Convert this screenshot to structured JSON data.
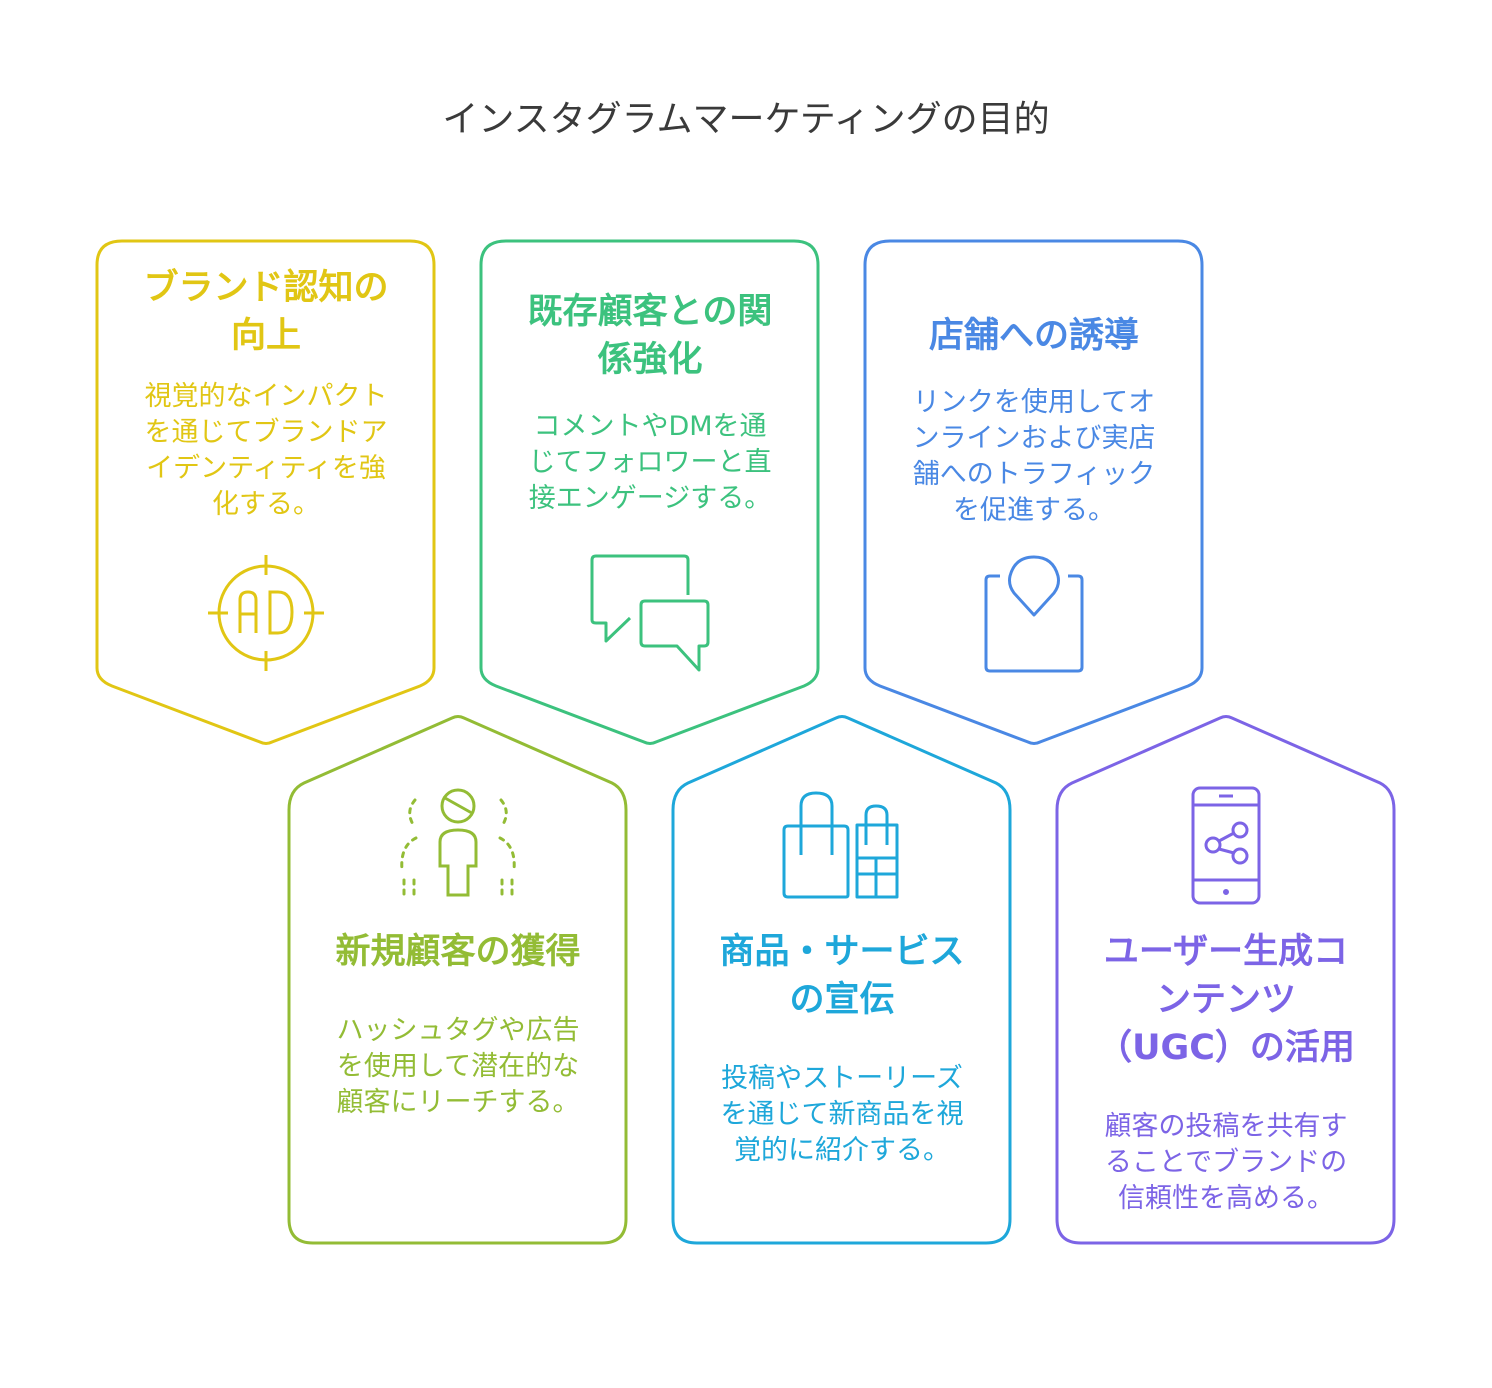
{
  "title": "インスタグラムマーケティングの目的",
  "cards": [
    {
      "color": "#E1C614",
      "icon": "ad-target-icon",
      "title": [
        "ブランド認知の",
        "向上"
      ],
      "body": [
        "視覚的なインパクト",
        "を通じてブランドア",
        "イデンティティを強",
        "化する。"
      ]
    },
    {
      "color": "#3CC27E",
      "icon": "chat-bubbles-icon",
      "title": [
        "既存顧客との関",
        "係強化"
      ],
      "body": [
        "コメントやDMを通",
        "じてフォロワーと直",
        "接エンゲージする。"
      ]
    },
    {
      "color": "#4A88E4",
      "icon": "map-location-icon",
      "title": [
        "店舗への誘導"
      ],
      "body": [
        "リンクを使用してオ",
        "ンラインおよび実店",
        "舗へのトラフィック",
        "を促進する。"
      ]
    },
    {
      "color": "#93BC35",
      "icon": "new-customers-icon",
      "title": [
        "新規顧客の獲得"
      ],
      "body": [
        "ハッシュタグや広告",
        "を使用して潜在的な",
        "顧客にリーチする。"
      ]
    },
    {
      "color": "#1EA7DA",
      "icon": "shopping-bags-icon",
      "title": [
        "商品・サービス",
        "の宣伝"
      ],
      "body": [
        "投稿やストーリーズ",
        "を通じて新商品を視",
        "覚的に紹介する。"
      ]
    },
    {
      "color": "#7C64E6",
      "icon": "phone-share-icon",
      "title": [
        "ユーザー生成コ",
        "ンテンツ",
        "（UGC）の活用"
      ],
      "body": [
        "顧客の投稿を共有す",
        "ることでブランドの",
        "信頼性を高める。"
      ]
    }
  ]
}
